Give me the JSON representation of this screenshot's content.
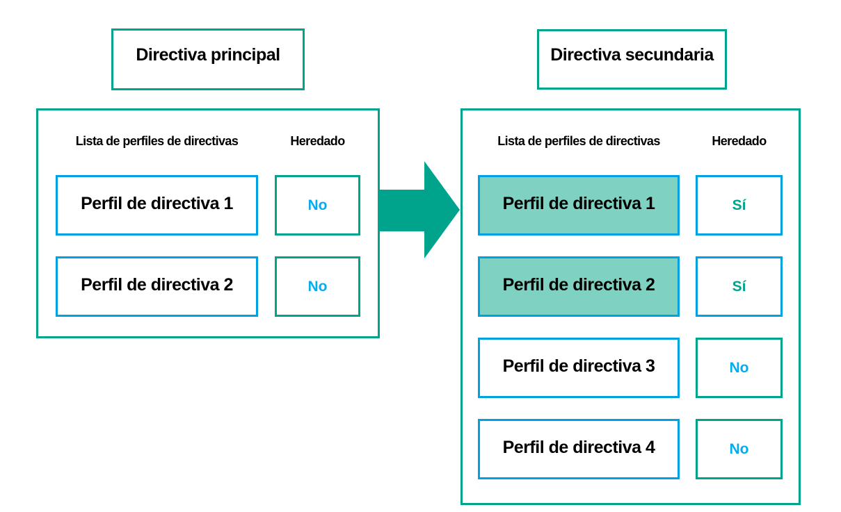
{
  "colors": {
    "teal": "#00A48C",
    "blue": "#00A1E0",
    "light_blue": "#00AEEF",
    "inherited_fill": "#7FD1C1",
    "text": "#000000",
    "background": "#FFFFFF"
  },
  "arrow": {
    "direction": "right",
    "color": "#00A48C"
  },
  "main_policy": {
    "title": "Directiva principal",
    "columns": {
      "profiles": "Lista de perfiles de directivas",
      "inherited": "Heredado"
    },
    "rows": [
      {
        "profile": "Perfil de directiva 1",
        "inherited": "No",
        "is_inherited": false
      },
      {
        "profile": "Perfil de directiva 2",
        "inherited": "No",
        "is_inherited": false
      }
    ]
  },
  "secondary_policy": {
    "title": "Directiva secundaria",
    "columns": {
      "profiles": "Lista de perfiles de directivas",
      "inherited": "Heredado"
    },
    "rows": [
      {
        "profile": "Perfil de directiva 1",
        "inherited": "Sí",
        "is_inherited": true
      },
      {
        "profile": "Perfil de directiva 2",
        "inherited": "Sí",
        "is_inherited": true
      },
      {
        "profile": "Perfil de directiva 3",
        "inherited": "No",
        "is_inherited": false
      },
      {
        "profile": "Perfil de directiva 4",
        "inherited": "No",
        "is_inherited": false
      }
    ]
  }
}
